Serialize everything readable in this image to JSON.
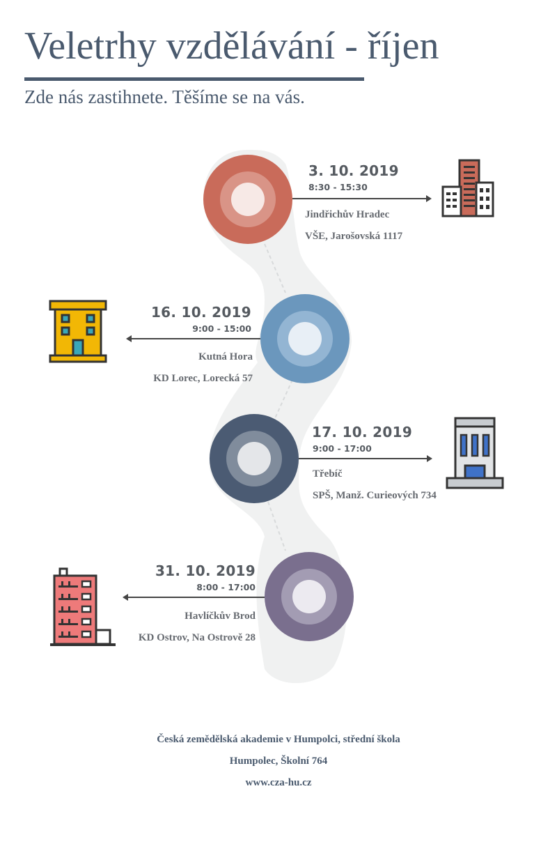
{
  "header": {
    "title": "Veletrhy vzdělávání - říjen",
    "subtitle": "Zde nás zastihnete. Těšíme se na vás."
  },
  "events": [
    {
      "date": "3. 10. 2019",
      "time": "8:30 - 15:30",
      "place": "Jindřichův Hradec",
      "address": "VŠE, Jarošovská 1117",
      "color": "#c96b5a",
      "icon": "office-buildings-icon"
    },
    {
      "date": "16. 10. 2019",
      "time": "9:00 - 15:00",
      "place": "Kutná Hora",
      "address": "KD Lorec, Lorecká 57",
      "color": "#6b97bd",
      "icon": "yellow-building-icon"
    },
    {
      "date": "17. 10. 2019",
      "time": "9:00 - 17:00",
      "place": "Třebíč",
      "address": "SPŠ, Manž. Curieových 734",
      "color": "#4b5b73",
      "icon": "school-building-icon"
    },
    {
      "date": "31. 10. 2019",
      "time": "8:00 - 17:00",
      "place": "Havlíčkův Brod",
      "address": "KD Ostrov, Na Ostrově 28",
      "color": "#7a6f8e",
      "icon": "apartment-building-icon"
    }
  ],
  "footer": {
    "org": "Česká zemědělská akademie v Humpolci, střední škola",
    "address": "Humpolec, Školní 764",
    "web": "www.cza-hu.cz"
  }
}
